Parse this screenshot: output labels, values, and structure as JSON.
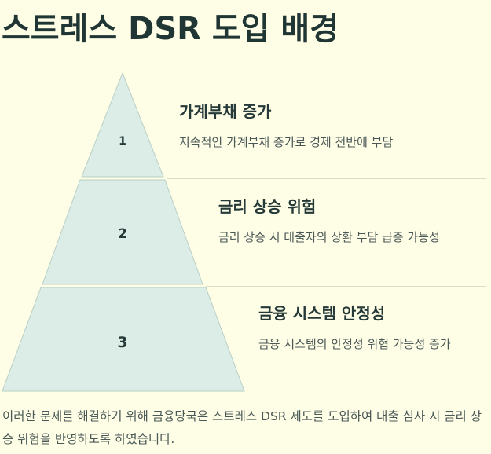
{
  "title": "스트레스 DSR 도입 배경",
  "levels": [
    {
      "number": "1",
      "heading": "가계부채 증가",
      "description": "지속적인 가계부채 증가로 경제 전반에 부담"
    },
    {
      "number": "2",
      "heading": "금리 상승 위험",
      "description": "금리 상승 시 대출자의 상환 부담 급증 가능성"
    },
    {
      "number": "3",
      "heading": "금융 시스템 안정성",
      "description": "금융 시스템의 안정성 위협 가능성 증가"
    }
  ],
  "footer": "이러한 문제를 해결하기 위해 금융당국은 스트레스 DSR 제도를 도입하여 대출 심사 시 금리 상승 위험을 반영하도록 하였습니다.",
  "colors": {
    "background": "#fefde6",
    "tier_fill": "#dcece6",
    "tier_stroke": "#b8cfc6",
    "text_dark": "#253a38"
  }
}
